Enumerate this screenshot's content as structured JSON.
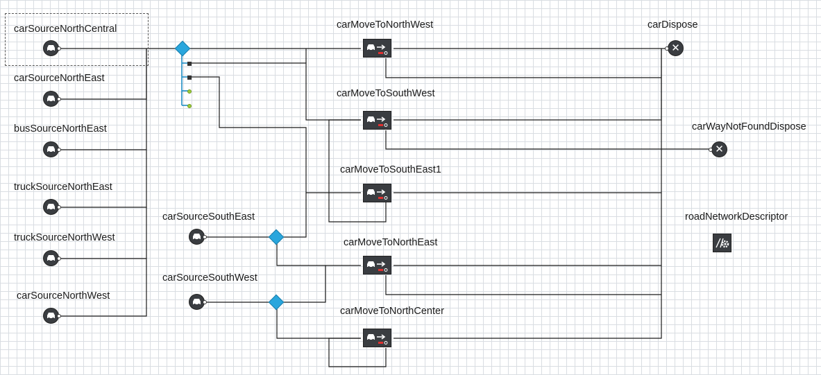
{
  "blocks": {
    "carSourceNorthCentral": "carSourceNorthCentral",
    "carSourceNorthEast": "carSourceNorthEast",
    "busSourceNorthEast": "busSourceNorthEast",
    "truckSourceNorthEast": "truckSourceNorthEast",
    "truckSourceNorthWest": "truckSourceNorthWest",
    "carSourceNorthWest": "carSourceNorthWest",
    "carSourceSouthEast": "carSourceSouthEast",
    "carSourceSouthWest": "carSourceSouthWest",
    "carMoveToNorthWest": "carMoveToNorthWest",
    "carMoveToSouthWest": "carMoveToSouthWest",
    "carMoveToSouthEast1": "carMoveToSouthEast1",
    "carMoveToNorthEast": "carMoveToNorthEast",
    "carMoveToNorthCenter": "carMoveToNorthCenter",
    "carDispose": "carDispose",
    "carWayNotFoundDispose": "carWayNotFoundDispose",
    "roadNetworkDescriptor": "roadNetworkDescriptor"
  },
  "icons": {
    "source": "car-icon",
    "move": "car-move-arrow-icon",
    "dispose": "close-x-icon",
    "select": "diamond-select-icon",
    "descriptor": "gear-icon"
  },
  "colors": {
    "block_fill": "#3a3d41",
    "select_fill": "#29a6dd",
    "connector": "#1b1b1b",
    "selected_outport": "#9ccc3a",
    "move_indicator": "#e03030"
  }
}
